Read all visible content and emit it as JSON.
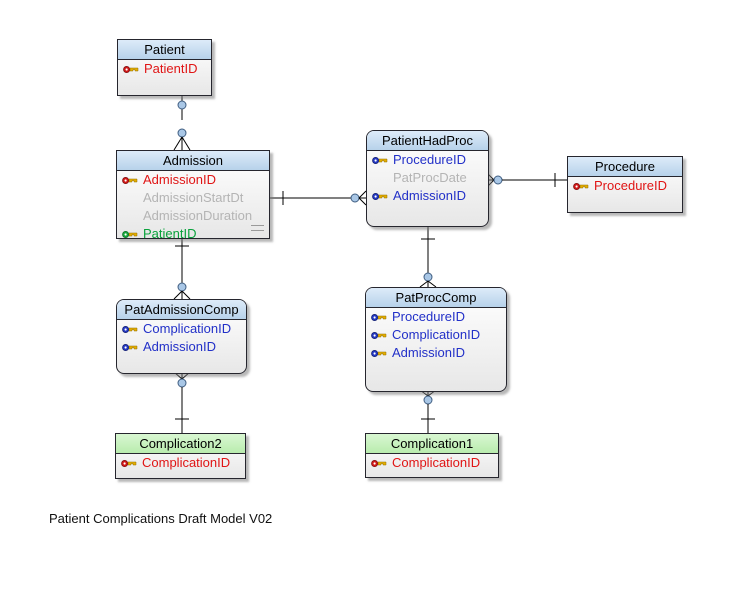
{
  "caption": "Patient Complications Draft Model V02",
  "colors": {
    "field-red": "#e01515",
    "field-blue": "#2230c8",
    "field-green": "#09a23c",
    "field-gray": "#b4b4b4",
    "header-blue-top": "#ddebf9",
    "header-blue-bottom": "#b7d2ea",
    "header-green-top": "#d9f7d2",
    "header-green-bottom": "#b9ecae",
    "key-gold": "#e6ae00",
    "symbol-fill": "#a9c7e6",
    "symbol-stroke": "#3f5d80"
  },
  "entities": [
    {
      "title": "Patient",
      "header_color": "blue",
      "shape": "square",
      "columns": [
        {
          "label": "PatientID",
          "color": "red",
          "icon": "key-icon-red"
        }
      ]
    },
    {
      "title": "Admission",
      "header_color": "blue",
      "shape": "square",
      "columns": [
        {
          "label": "AdmissionID",
          "color": "red",
          "icon": "key-icon-red"
        },
        {
          "label": "AdmissionStartDt",
          "color": "gray",
          "icon": null
        },
        {
          "label": "AdmissionDuration",
          "color": "gray",
          "icon": null
        },
        {
          "label": "PatientID",
          "color": "green",
          "icon": "key-icon-green"
        }
      ]
    },
    {
      "title": "PatientHadProc",
      "header_color": "blue",
      "shape": "rounded",
      "columns": [
        {
          "label": "ProcedureID",
          "color": "blue",
          "icon": "key-icon-blue"
        },
        {
          "label": "PatProcDate",
          "color": "gray",
          "icon": null
        },
        {
          "label": "AdmissionID",
          "color": "blue",
          "icon": "key-icon-blue"
        }
      ]
    },
    {
      "title": "Procedure",
      "header_color": "blue",
      "shape": "square",
      "columns": [
        {
          "label": "ProcedureID",
          "color": "red",
          "icon": "key-icon-red"
        }
      ]
    },
    {
      "title": "PatAdmissionComp",
      "header_color": "blue",
      "shape": "rounded",
      "columns": [
        {
          "label": "ComplicationID",
          "color": "blue",
          "icon": "key-icon-blue"
        },
        {
          "label": "AdmissionID",
          "color": "blue",
          "icon": "key-icon-blue"
        }
      ]
    },
    {
      "title": "PatProcComp",
      "header_color": "blue",
      "shape": "rounded",
      "columns": [
        {
          "label": "ProcedureID",
          "color": "blue",
          "icon": "key-icon-blue"
        },
        {
          "label": "ComplicationID",
          "color": "blue",
          "icon": "key-icon-blue"
        },
        {
          "label": "AdmissionID",
          "color": "blue",
          "icon": "key-icon-blue"
        }
      ]
    },
    {
      "title": "Complication2",
      "header_color": "green",
      "shape": "square",
      "columns": [
        {
          "label": "ComplicationID",
          "color": "red",
          "icon": "key-icon-red"
        }
      ]
    },
    {
      "title": "Complication1",
      "header_color": "green",
      "shape": "square",
      "columns": [
        {
          "label": "ComplicationID",
          "color": "red",
          "icon": "key-icon-red"
        }
      ]
    }
  ],
  "relationships": [
    {
      "from": "Patient",
      "to": "Admission",
      "from_symbol": "circle",
      "to_symbol": "circle-crowfoot"
    },
    {
      "from": "Admission",
      "to": "PatientHadProc",
      "from_symbol": "one-tick",
      "to_symbol": "circle-crowfoot"
    },
    {
      "from": "PatientHadProc",
      "to": "Procedure",
      "from_symbol": "circle-crowfoot",
      "to_symbol": "one-tick"
    },
    {
      "from": "Admission",
      "to": "PatAdmissionComp",
      "from_symbol": "one-tick",
      "to_symbol": "circle-crowfoot"
    },
    {
      "from": "PatAdmissionComp",
      "to": "Complication2",
      "from_symbol": "circle-crowfoot",
      "to_symbol": "one-tick"
    },
    {
      "from": "PatientHadProc",
      "to": "PatProcComp",
      "from_symbol": "one-tick",
      "to_symbol": "circle-crowfoot"
    },
    {
      "from": "PatProcComp",
      "to": "Complication1",
      "from_symbol": "circle-crowfoot",
      "to_symbol": "one-tick"
    }
  ]
}
